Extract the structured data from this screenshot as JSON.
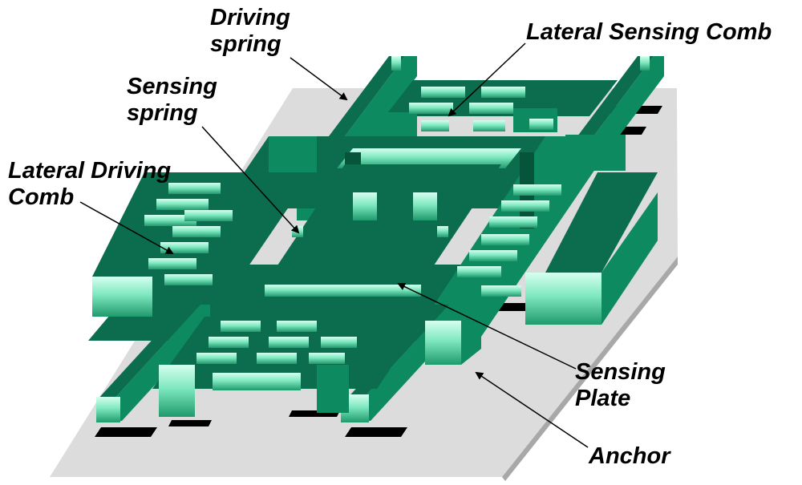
{
  "diagram": {
    "colors": {
      "substrate_top": "#dcdcdc",
      "substrate_side": "#a8a8a8",
      "green_top": "#0b6d4d",
      "green_side": "#0e8a61",
      "green_light": "#8af0c8",
      "green_dark": "#06543a",
      "shadow": "#000000"
    },
    "labels": {
      "driving_spring": [
        "Driving",
        "spring"
      ],
      "lateral_sensing_comb": "Lateral Sensing Comb",
      "sensing_spring": [
        "Sensing",
        "spring"
      ],
      "lateral_driving_comb": [
        "Lateral Driving",
        "Comb"
      ],
      "sensing_plate": [
        "Sensing",
        "Plate"
      ],
      "anchor": "Anchor"
    }
  }
}
